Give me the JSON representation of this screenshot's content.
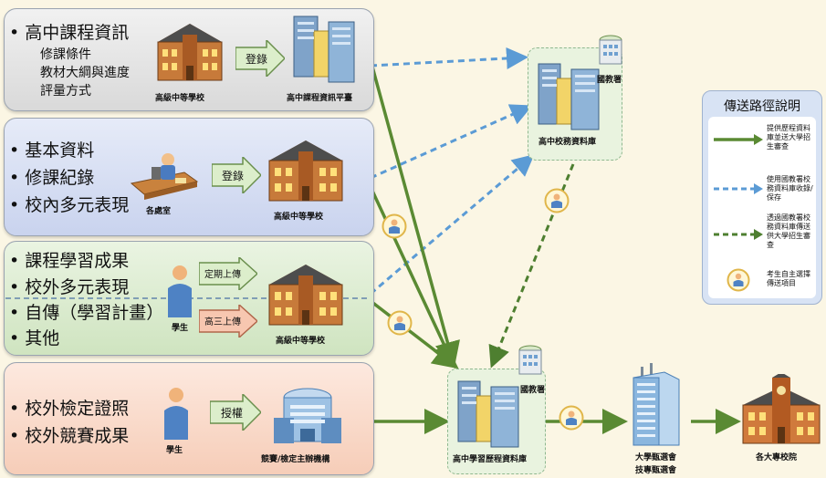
{
  "panels": {
    "hs_course_info": {
      "heading": "高中課程資訊",
      "items": [
        "修課條件",
        "教材大綱與進度",
        "評量方式"
      ],
      "school_label": "高級中等學校",
      "action_label": "登錄",
      "platform_label": "高中課程資訊平臺"
    },
    "basic_records": {
      "items": [
        "基本資料",
        "修課紀錄",
        "校內多元表現"
      ],
      "office_label": "各處室",
      "action_label": "登錄",
      "school_label": "高級中等學校"
    },
    "learning_outcomes": {
      "items": [
        "課程學習成果",
        "校外多元表現",
        "自傳（學習計畫）",
        "其他"
      ],
      "student_label": "學生",
      "upload_regular": "定期上傳",
      "upload_senior": "高三上傳",
      "school_label": "高級中等學校"
    },
    "external": {
      "items": [
        "校外檢定證照",
        "校外競賽成果"
      ],
      "student_label": "學生",
      "action_label": "授權",
      "org_label": "競賽/檢定主辦機構"
    }
  },
  "nodes": {
    "k12ea_top": "國教署",
    "school_db": "高中校務資料庫",
    "k12ea_bottom": "國教署",
    "portfolio_db": "高中學習歷程資料庫",
    "committee_1": "大學甄選會",
    "committee_2": "技專甄選會",
    "universities": "各大專校院"
  },
  "legend": {
    "title": "傳送路徑說明",
    "entries": [
      {
        "text": "提供歷程資料庫並送大學招生審查",
        "style": "solid-green"
      },
      {
        "text": "使用國教署校務資料庫收錄/保存",
        "style": "dashed-blue"
      },
      {
        "text": "透過國教署校務資料庫傳送供大學招生審查",
        "style": "dashed-green"
      },
      {
        "text": "考生自主選擇傳送項目",
        "style": "student-badge"
      }
    ]
  },
  "colors": {
    "solid_green": "#5a8a33",
    "dashed_blue": "#5b9bd5",
    "dashed_green": "#4e7f30",
    "badge_fill": "#fff7d6",
    "badge_ring": "#e0b64a"
  }
}
